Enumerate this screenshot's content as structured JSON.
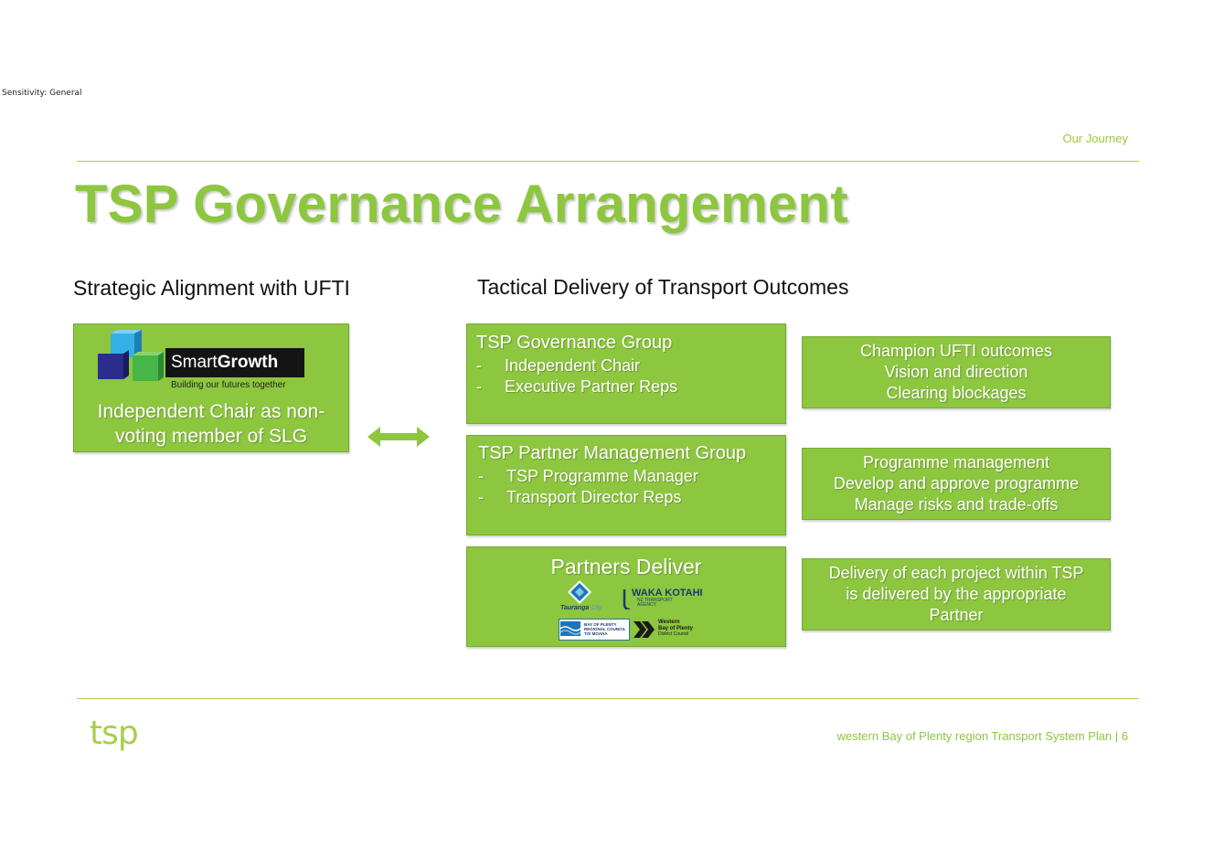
{
  "header": {
    "sensitivity": "Sensitivity: General",
    "section": "Our Journey",
    "title": "TSP Governance Arrangement"
  },
  "colors": {
    "accent": "#8dc63f",
    "box_border": "#77a834",
    "text_dark": "#111111"
  },
  "left": {
    "heading": "Strategic Alignment with UFTI",
    "smartgrowth": {
      "logo_light": "Smart",
      "logo_bold": "Growth",
      "tagline": "Building our futures together",
      "text_line1": "Independent Chair as non-",
      "text_line2": "voting member of SLG"
    }
  },
  "connector": {
    "icon": "double-arrow-icon"
  },
  "right": {
    "heading": "Tactical Delivery of Transport Outcomes",
    "groups": [
      {
        "title": "TSP Governance Group",
        "items": [
          "Independent Chair",
          "Executive Partner Reps"
        ],
        "description": [
          "Champion UFTI outcomes",
          "Vision and direction",
          "Clearing blockages"
        ]
      },
      {
        "title": "TSP Partner Management Group",
        "items": [
          "TSP Programme Manager",
          "Transport Director Reps"
        ],
        "description": [
          "Programme management",
          "Develop and approve programme",
          "Manage risks and trade-offs"
        ]
      },
      {
        "title": "Partners Deliver",
        "description": [
          "Delivery of each project within TSP",
          "is delivered by the appropriate",
          "Partner"
        ]
      }
    ],
    "partner_logos": {
      "tauranga": "Tauranga",
      "tauranga_suffix": "City",
      "waka_kotahi": "WAKA KOTAHI",
      "waka_sub1": "NZ TRANSPORT",
      "waka_sub2": "AGENCY",
      "bop_line1": "BAY OF PLENTY",
      "bop_line2": "REGIONAL COUNCIL",
      "bop_line3": "TOI MOANA",
      "wbop_line1": "Western",
      "wbop_line2": "Bay of Plenty",
      "wbop_line3": "District Council"
    }
  },
  "footer": {
    "logo": "tsp",
    "text": "western Bay of Plenty region Transport System Plan | 6"
  }
}
